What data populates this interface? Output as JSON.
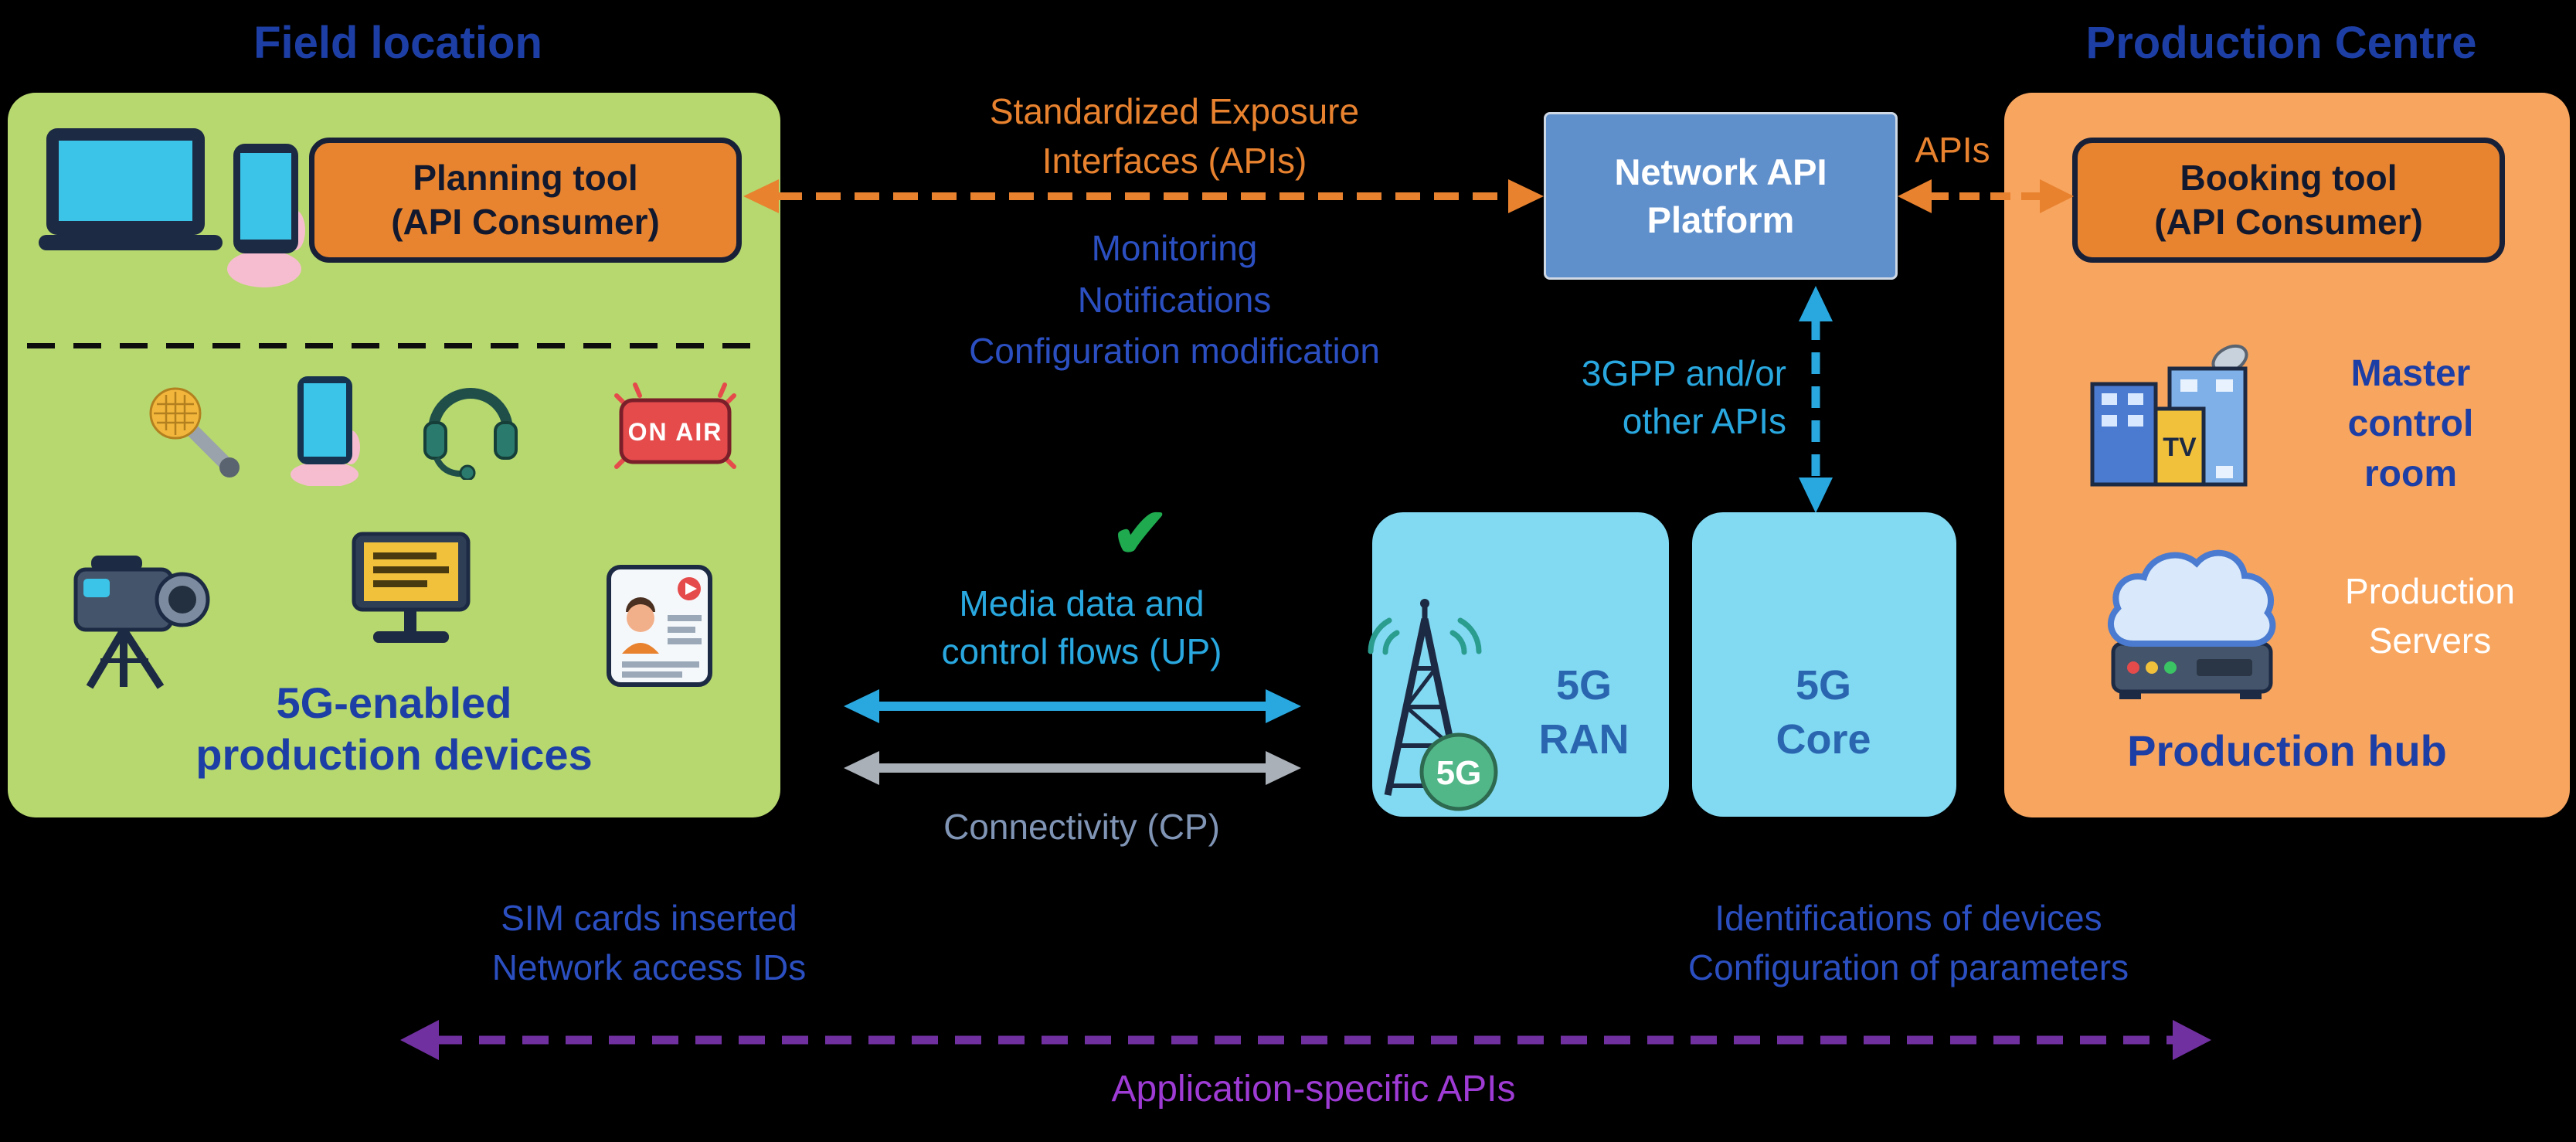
{
  "colors": {
    "background": "#000000",
    "field_box": "#b6d86e",
    "centre_box": "#f8a55f",
    "tool_button_fill": "#e8842f",
    "tool_button_border": "#182038",
    "api_platform_fill": "#6090cc",
    "cyan_box_fill": "#82d9f2",
    "navy_title": "#1d3fa5",
    "royal_blue_text": "#2b4fc0",
    "cyan_text": "#29a8e0",
    "orange_text": "#e8822f",
    "gray_arrow": "#aab0b8",
    "purple_arrow": "#7030a0",
    "purple_text": "#9e3bd4",
    "check_green": "#1faa4f"
  },
  "field_location": {
    "title": "Field location",
    "planning_tool_line1": "Planning tool",
    "planning_tool_line2": "(API Consumer)",
    "on_air": "ON AIR",
    "devices_line1": "5G-enabled",
    "devices_line2": "production devices"
  },
  "production_centre": {
    "title": "Production Centre",
    "booking_tool_line1": "Booking tool",
    "booking_tool_line2": "(API Consumer)",
    "tv": "TV",
    "mcr_line1": "Master",
    "mcr_line2": "control",
    "mcr_line3": "room",
    "servers_line1": "Production",
    "servers_line2": "Servers",
    "hub": "Production hub"
  },
  "platform": {
    "line1": "Network API",
    "line2": "Platform"
  },
  "network": {
    "ran_line1": "5G",
    "ran_line2": "RAN",
    "core_line1": "5G",
    "core_line2": "Core",
    "badge": "5G"
  },
  "annotations": {
    "std_line1": "Standardized Exposure",
    "std_line2": "Interfaces (APIs)",
    "monitoring": "Monitoring",
    "notifications": "Notifications",
    "config_modification": "Configuration modification",
    "apis": "APIs",
    "gpp_line1": "3GPP and/or",
    "gpp_line2": "other APIs",
    "check": "✔",
    "media_line1": "Media data and",
    "media_line2": "control flows (UP)",
    "connectivity": "Connectivity (CP)",
    "sim_line1": "SIM cards inserted",
    "sim_line2": "Network access IDs",
    "ident_line1": "Identifications of devices",
    "ident_line2": "Configuration of parameters",
    "app_specific": "Application-specific APIs"
  }
}
